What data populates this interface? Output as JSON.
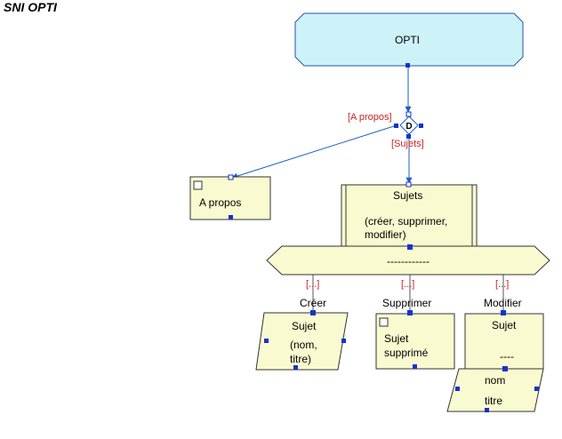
{
  "title": "SNI OPTI",
  "root": {
    "label": "OPTI"
  },
  "decision": {
    "label": "D"
  },
  "branches": {
    "apropos": "[A propos]",
    "sujets": "[Sujets]"
  },
  "apropos_box": {
    "label": "A propos"
  },
  "sujets_box": {
    "title": "Sujets",
    "line1": "(créer, supprimer,",
    "line2": "modifier)"
  },
  "separator": {
    "label": "------------"
  },
  "guards": {
    "creer": "[...]",
    "supprimer": "[...]",
    "modifier": "[...]"
  },
  "actions": {
    "creer": "Créer",
    "supprimer": "Supprimer",
    "modifier": "Modifier"
  },
  "creer_box": {
    "title": "Sujet",
    "line1": "(nom,",
    "line2": "titre)"
  },
  "supprimer_box": {
    "line1": "Sujet",
    "line2": "supprimé"
  },
  "modifier_box": {
    "title": "Sujet",
    "sep": "----",
    "line1": "nom",
    "line2": "titre"
  },
  "colors": {
    "root_fill": "#cdf2f7",
    "box_fill": "#fafad0",
    "connector": "#1b5fc4",
    "handle": "#1133cc",
    "guard_text": "#cc2222"
  }
}
